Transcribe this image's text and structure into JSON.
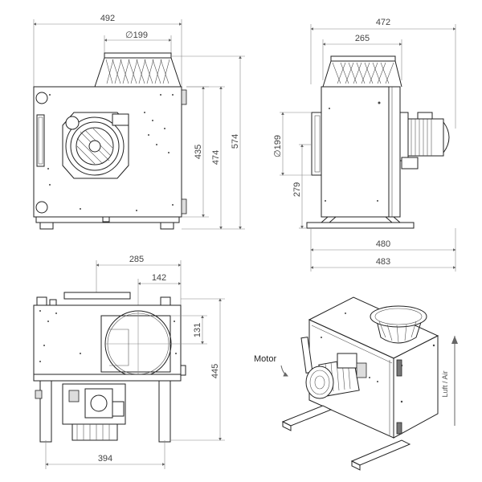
{
  "front_view": {
    "width": "492",
    "inlet_diameter": "∅199",
    "height_body": "435",
    "height_with_feet": "474",
    "height_total": "574"
  },
  "side_view": {
    "width_top": "472",
    "inlet_width": "265",
    "outlet_diameter": "∅199",
    "outlet_height": "279",
    "base_width_1": "480",
    "base_width_2": "483"
  },
  "bottom_view": {
    "offset_1": "285",
    "offset_2": "142",
    "outlet_height": "131",
    "height": "445",
    "width": "394"
  },
  "iso_view": {
    "motor_label": "Motor",
    "air_label": "Luft / Air"
  }
}
